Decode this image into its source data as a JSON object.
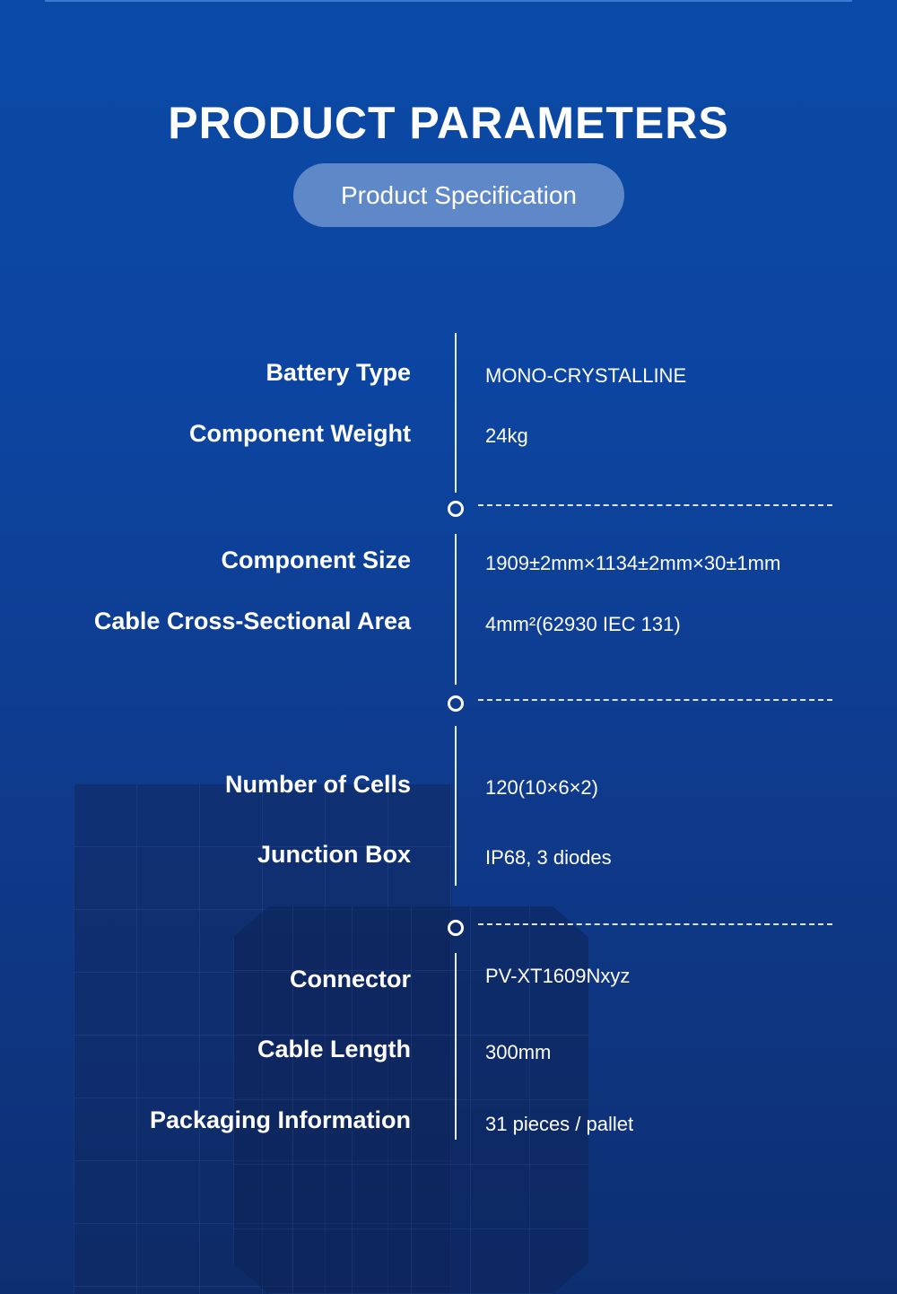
{
  "header": {
    "title": "PRODUCT PARAMETERS",
    "subtitle_button": "Product Specification"
  },
  "specs": [
    {
      "label": "Battery Type",
      "value": "MONO-CRYSTALLINE"
    },
    {
      "label": "Component Weight",
      "value": "24kg"
    },
    {
      "label": "Component Size",
      "value": "1909±2mm×1134±2mm×30±1mm"
    },
    {
      "label": "Cable Cross-Sectional Area",
      "value": "4mm²(62930 IEC 131)"
    },
    {
      "label": "Number of Cells",
      "value": "120(10×6×2)"
    },
    {
      "label": "Junction Box",
      "value": "IP68, 3 diodes"
    },
    {
      "label": "Connector",
      "value": "PV-XT1609Nxyz"
    },
    {
      "label": "Cable Length",
      "value": "300mm"
    },
    {
      "label": "Packaging Information",
      "value": "31 pieces / pallet"
    }
  ]
}
